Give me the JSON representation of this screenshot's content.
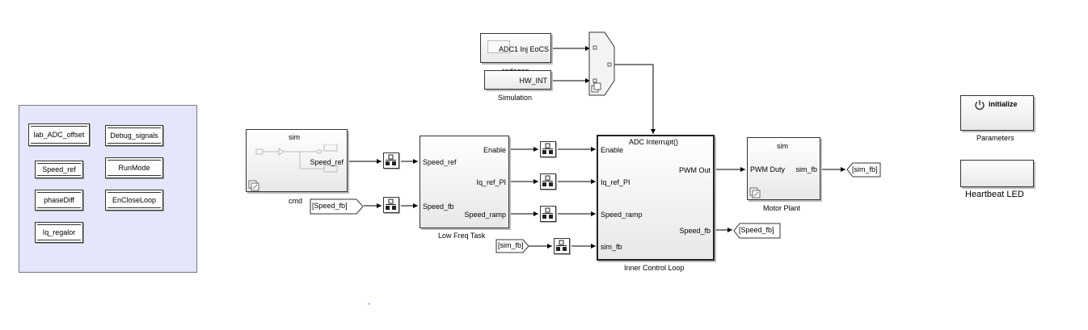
{
  "panel": {
    "items": [
      {
        "label": "lab_ADC_offset"
      },
      {
        "label": "Debug_signals"
      },
      {
        "label": "Speed_ref"
      },
      {
        "label": "RunMode"
      },
      {
        "label": "phaseDiff"
      },
      {
        "label": "EnCloseLoop"
      },
      {
        "label": "Iq_regalor"
      }
    ]
  },
  "trigger": {
    "adc_label": "ADC1 Inj EoCS",
    "adc_caption": "codegen",
    "hwint_label": "HW_INT",
    "hwint_caption": "Simulation"
  },
  "cmd_block": {
    "title": "sim",
    "port_out": "Speed_ref",
    "caption": "cmd"
  },
  "from_speed_fb": "[Speed_fb]",
  "low_freq": {
    "in1": "Speed_ref",
    "in2": "Speed_fb",
    "out1": "Enable",
    "out2": "Iq_ref_PI",
    "out3": "Speed_ramp",
    "caption": "Low Freq Task"
  },
  "from_sim_fb": "[sim_fb]",
  "inner": {
    "title": "ADC Interrupt()",
    "in1": "Enable",
    "in2": "Iq_ref_PI",
    "in3": "Speed_ramp",
    "in4": "sim_fb",
    "out1": "PWM Out",
    "out2": "Speed_fb",
    "caption": "Inner Control Loop"
  },
  "goto_speed_fb": "[Speed_fb]",
  "motor": {
    "title": "sim",
    "in1": "PWM Duty",
    "out1": "sim_fb",
    "caption": "Motor Plant"
  },
  "goto_sim_fb": "[sim_fb]",
  "params": {
    "button_label": "initialize",
    "caption": "Parameters"
  },
  "heartbeat": {
    "caption": "Heartbeat LED"
  }
}
